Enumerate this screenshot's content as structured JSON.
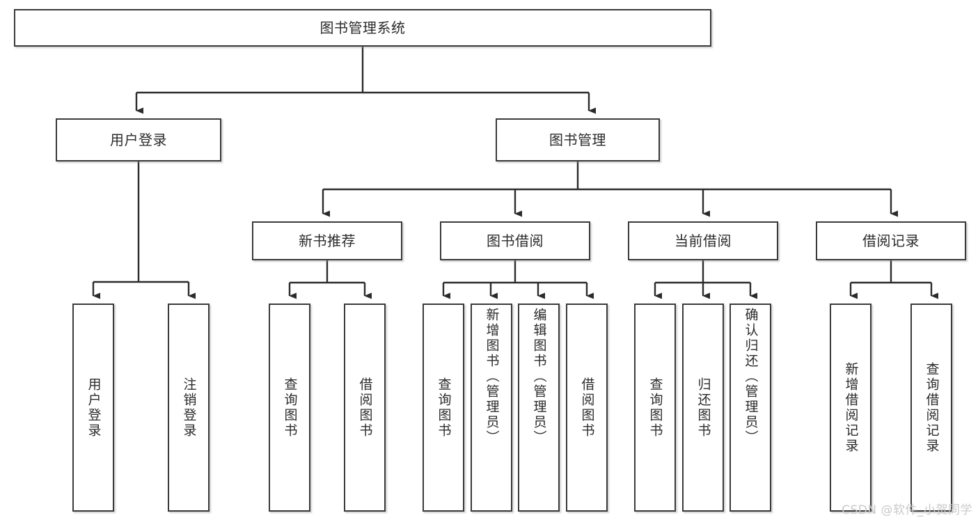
{
  "diagram": {
    "type": "tree-hierarchy",
    "title": "图书管理系统",
    "watermark": "CSDN @软件_小贺同学",
    "colors": {
      "stroke": "#3a3a3a",
      "fill": "#ffffff",
      "text": "#2b2b2b",
      "watermark": "#c9c9c9"
    },
    "levels": {
      "root": {
        "label": "图书管理系统"
      },
      "level2": [
        {
          "label": "用户登录"
        },
        {
          "label": "图书管理"
        }
      ],
      "level3": [
        {
          "label": "新书推荐"
        },
        {
          "label": "图书借阅"
        },
        {
          "label": "当前借阅"
        },
        {
          "label": "借阅记录"
        }
      ],
      "leaves": {
        "user_login": [
          {
            "label": "用户登录"
          },
          {
            "label": "注销登录"
          }
        ],
        "new_book": [
          {
            "label": "查询图书"
          },
          {
            "label": "借阅图书"
          }
        ],
        "book_borrow": [
          {
            "label": "查询图书"
          },
          {
            "label": "新增图书（管理员）"
          },
          {
            "label": "编辑图书（管理员）"
          },
          {
            "label": "借阅图书"
          }
        ],
        "current_borrow": [
          {
            "label": "查询图书"
          },
          {
            "label": "归还图书"
          },
          {
            "label": "确认归还（管理员）"
          }
        ],
        "borrow_record": [
          {
            "label": "新增借阅记录"
          },
          {
            "label": "查询借阅记录"
          }
        ]
      }
    }
  }
}
